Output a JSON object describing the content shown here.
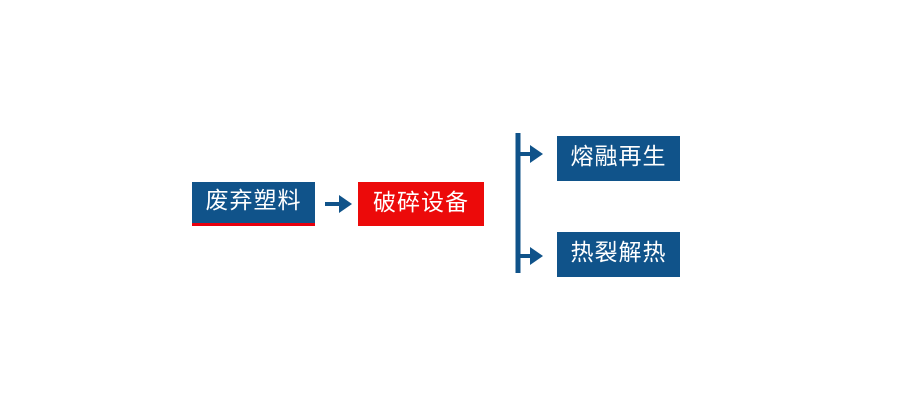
{
  "diagram": {
    "type": "process-flow",
    "title": "",
    "background_color": "#ffffff",
    "colors": {
      "primary_blue": "#10538a",
      "accent_red": "#ec0a0a",
      "underline_red": "#e8000d",
      "connector_blue": "#10538a",
      "node_text": "#ffffff"
    },
    "nodes": [
      {
        "id": "waste-plastic",
        "label": "废弃塑料",
        "fill": "#10538a",
        "text_color": "#ffffff",
        "underline_color": "#e8000d"
      },
      {
        "id": "crushing-equipment",
        "label": "破碎设备",
        "fill": "#ec0a0a",
        "text_color": "#ffffff"
      },
      {
        "id": "melt-regeneration",
        "label": "熔融再生",
        "fill": "#10538a",
        "text_color": "#ffffff"
      },
      {
        "id": "pyrolysis",
        "label": "热裂解热",
        "fill": "#10538a",
        "text_color": "#ffffff"
      }
    ],
    "connectors": [
      {
        "id": "arrow-waste-to-crusher",
        "from": "waste-plastic",
        "to": "crushing-equipment",
        "style": "straight-arrow",
        "icon": "arrow-right-icon"
      },
      {
        "id": "branch-trunk",
        "from": "crushing-equipment",
        "to": "branch-split",
        "style": "vertical-trunk"
      },
      {
        "id": "arrow-branch-top",
        "from": "branch-split",
        "to": "melt-regeneration",
        "style": "branch-arrow",
        "icon": "arrow-right-icon"
      },
      {
        "id": "arrow-branch-bottom",
        "from": "branch-split",
        "to": "pyrolysis",
        "style": "branch-arrow",
        "icon": "arrow-right-icon"
      }
    ]
  }
}
